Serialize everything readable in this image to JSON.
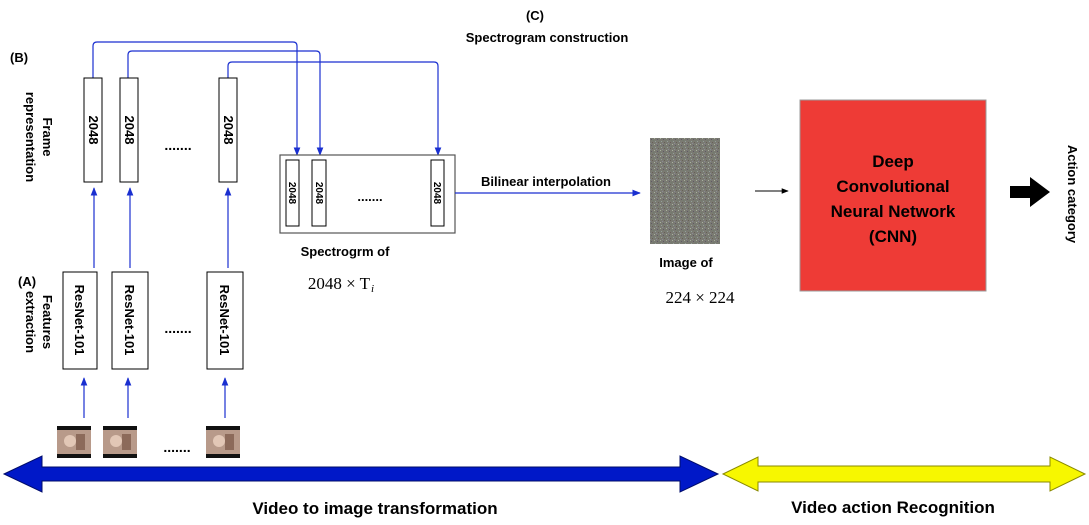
{
  "labels": {
    "c_tag": "(C)",
    "c_title": "Spectrogram construction",
    "b_tag": "(B)",
    "b_title_line1": "Frame",
    "b_title_line2": "representation",
    "a_tag": "(A)",
    "a_title_line1": "Features",
    "a_title_line2": "extraction",
    "spectrogram_caption": "Spectrogrm of",
    "spectrogram_size": "2048 × T",
    "spectrogram_size_sub": "i",
    "bilinear": "Bilinear interpolation",
    "image_caption": "Image of",
    "image_size": "224 × 224",
    "action_category": "Action category",
    "band_left": "Video to image transformation",
    "band_right": "Video action Recognition"
  },
  "frame_vectors": [
    "2048",
    "2048",
    "2048"
  ],
  "feature_extractors": [
    "ResNet-101",
    "ResNet-101",
    "ResNet-101"
  ],
  "spectrogram_columns": [
    "2048",
    "2048",
    "2048"
  ],
  "ellipsis": ".......",
  "cnn": {
    "line1": "Deep",
    "line2": "Convolutional",
    "line3": "Neural Network",
    "line4": "(CNN)"
  },
  "colors": {
    "connector_blue": "#1a2fd0",
    "band_blue": "#0018c8",
    "band_yellow": "#f7f700",
    "cnn_red": "#ee3b36"
  }
}
